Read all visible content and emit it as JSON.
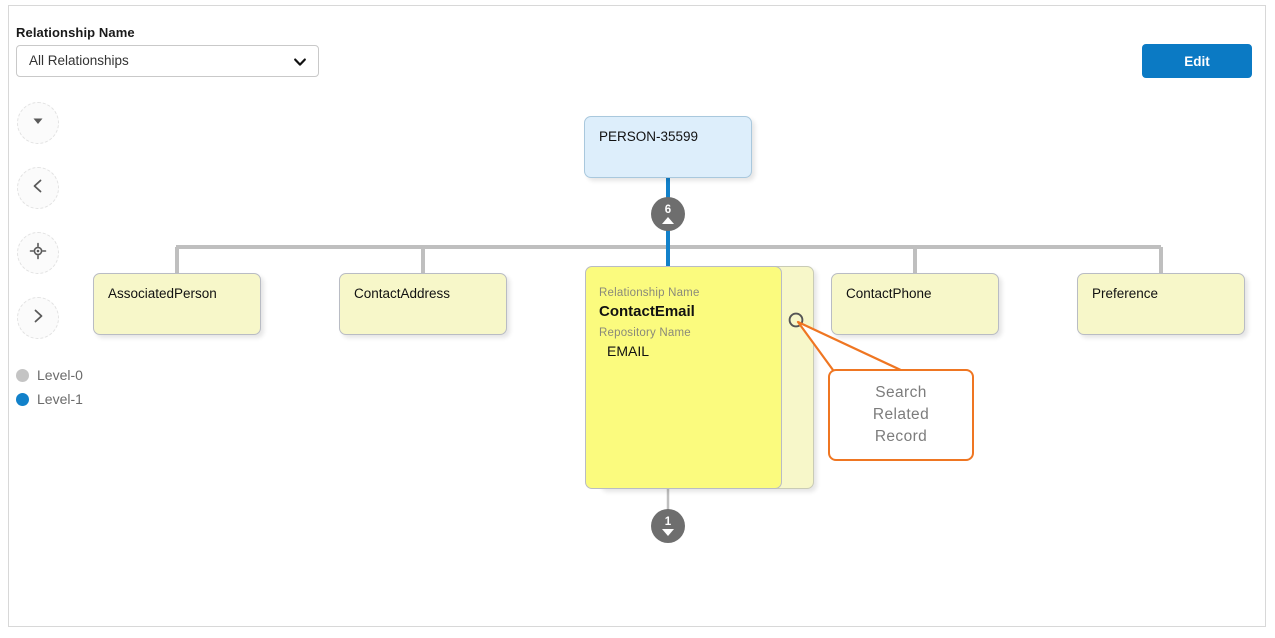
{
  "filter": {
    "label": "Relationship Name",
    "selected_value": "All Relationships",
    "chevron_icon": "chevron-down-icon"
  },
  "toolbar": {
    "edit_label": "Edit"
  },
  "controls": [
    {
      "name": "collapse-toggle",
      "icon": "triangle-down-icon"
    },
    {
      "name": "pan-left",
      "icon": "chevron-left-icon"
    },
    {
      "name": "recenter",
      "icon": "crosshair-icon"
    },
    {
      "name": "pan-right",
      "icon": "chevron-right-icon"
    }
  ],
  "legend": {
    "items": [
      {
        "label": "Level-0",
        "color": "#c4c4c4"
      },
      {
        "label": "Level-1",
        "color": "#1281ca"
      }
    ]
  },
  "graph": {
    "root": {
      "label": "PERSON-35599",
      "background": "#ddeefb"
    },
    "badges": {
      "up": {
        "count": "6",
        "arrow": "triangle-up-icon"
      },
      "down": {
        "count": "1",
        "arrow": "triangle-down-icon"
      }
    },
    "nodes": [
      {
        "label": "AssociatedPerson"
      },
      {
        "label": "ContactAddress"
      },
      {
        "label": "ContactPhone"
      },
      {
        "label": "Preference"
      }
    ],
    "selected_card": {
      "relationship_label": "Relationship Name",
      "relationship_value": "ContactEmail",
      "repository_label": "Repository Name",
      "repository_value": "EMAIL",
      "search_icon": "search-icon",
      "background": "#fbfb7e"
    },
    "edge_colors": {
      "level0": "#bfbfbf",
      "level1": "#1281ca"
    }
  },
  "callout": {
    "line1": "Search",
    "line2": "Related",
    "line3": "Record",
    "border_color": "#ef7622"
  }
}
